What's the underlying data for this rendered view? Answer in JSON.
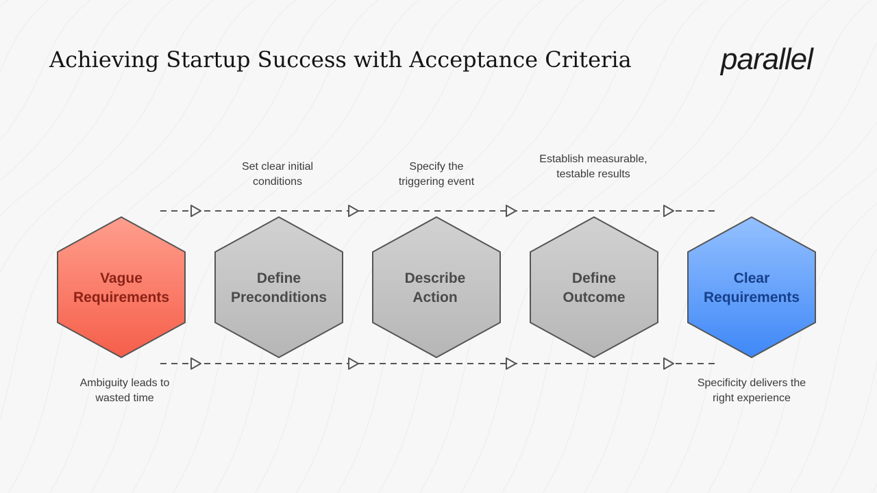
{
  "title": "Achieving Startup Success with Acceptance Criteria",
  "logo": {
    "text": "parallel"
  },
  "steps": [
    {
      "line1": "Vague",
      "line2": "Requirements",
      "fill_top": "#ff9e8d",
      "fill_bottom": "#f55f4a",
      "text_color": "#8c2217"
    },
    {
      "line1": "Define",
      "line2": "Preconditions",
      "fill_top": "#d2d2d2",
      "fill_bottom": "#b6b6b6",
      "text_color": "#4a4a4a"
    },
    {
      "line1": "Describe",
      "line2": "Action",
      "fill_top": "#d2d2d2",
      "fill_bottom": "#b6b6b6",
      "text_color": "#4a4a4a"
    },
    {
      "line1": "Define",
      "line2": "Outcome",
      "fill_top": "#d2d2d2",
      "fill_bottom": "#b6b6b6",
      "text_color": "#4a4a4a"
    },
    {
      "line1": "Clear",
      "line2": "Requirements",
      "fill_top": "#94c0ff",
      "fill_bottom": "#3f88f7",
      "text_color": "#163f8a"
    }
  ],
  "notes": {
    "preconditions": "Set clear initial conditions",
    "action": "Specify the triggering event",
    "outcome": "Establish measurable, testable results",
    "vague": "Ambiguity leads to wasted time",
    "clear": "Specificity delivers the right experience"
  },
  "colors": {
    "outline": "#555555",
    "arrow": "#555555"
  }
}
